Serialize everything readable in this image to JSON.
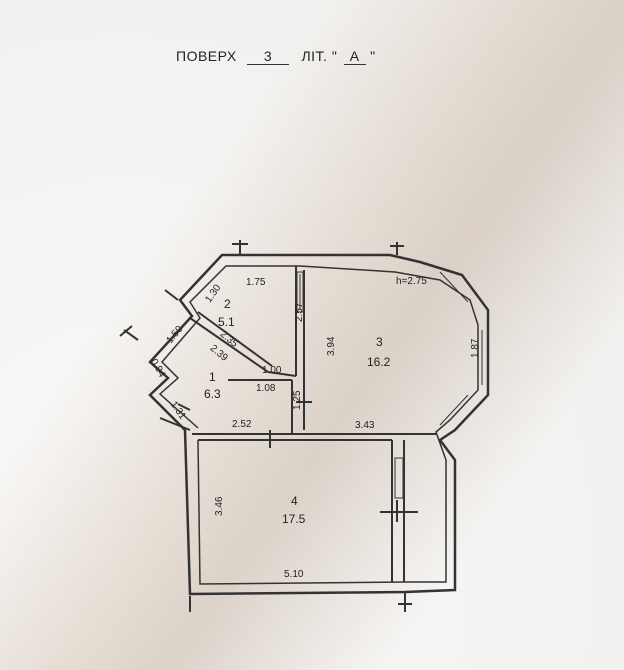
{
  "header": {
    "floor_label": "ПОВЕРХ",
    "floor_value": "3",
    "lit_label": "ЛІТ. \"",
    "lit_value": "А",
    "lit_close": "\""
  },
  "plan": {
    "ceiling_height": "h=2.75",
    "rooms": [
      {
        "number": "1",
        "area": "6.3"
      },
      {
        "number": "2",
        "area": "5.1"
      },
      {
        "number": "3",
        "area": "16.2"
      },
      {
        "number": "4",
        "area": "17.5"
      }
    ],
    "dimensions": {
      "d_1_75": "1.75",
      "d_1_30": "1.30",
      "d_2_57": "2.57",
      "d_2_35": "2.35",
      "d_2_39": "2.39",
      "d_1_00": "1.00",
      "d_1_50": "1.50",
      "d_0_94": "0.94",
      "d_1_08": "1.08",
      "d_1_25": "1.25",
      "d_1_31": "1.31",
      "d_2_52": "2.52",
      "d_3_43": "3.43",
      "d_3_94": "3.94",
      "d_1_87": "1.87",
      "d_3_46": "3.46",
      "d_5_10": "5.10"
    }
  }
}
